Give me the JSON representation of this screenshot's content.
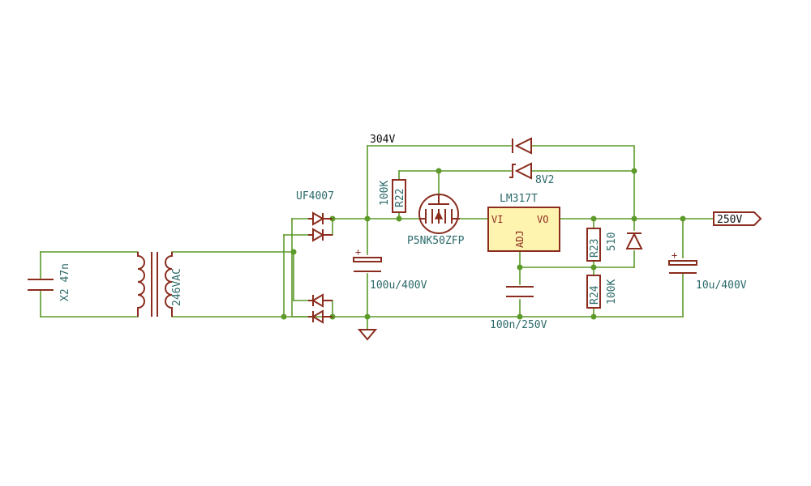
{
  "nets": {
    "top": "304V",
    "out": "250V"
  },
  "capacitors": {
    "c_x2": {
      "ref": "X2",
      "value": "47n"
    },
    "c_bulk": {
      "value": "100u/400V"
    },
    "c_adj": {
      "value": "100n/250V"
    },
    "c_out": {
      "value": "10u/400V"
    }
  },
  "transformer": {
    "label": "246VAC"
  },
  "bridge": {
    "part": "UF4007"
  },
  "resistors": {
    "r22": {
      "ref": "R22",
      "value": "100K"
    },
    "r23": {
      "ref": "R23",
      "value": "510"
    },
    "r24": {
      "ref": "R24",
      "value": "100K"
    }
  },
  "mosfet": {
    "part": "P5NK50ZFP"
  },
  "zener": {
    "value": "8V2"
  },
  "regulator": {
    "part": "LM317T",
    "pin_in": "VI",
    "pin_out": "VO",
    "pin_adj": "ADJ"
  },
  "colors": {
    "wire": "#5c9a2a",
    "component": "#8a2c1e",
    "label": "#2c6a6a",
    "ic_fill": "#fff3b0"
  }
}
